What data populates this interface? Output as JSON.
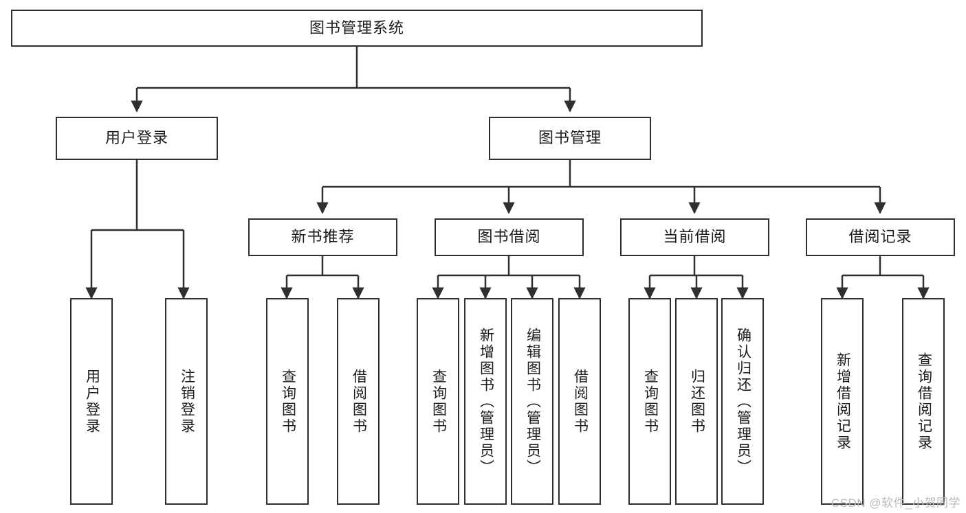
{
  "diagram": {
    "title": "图书管理系统",
    "type": "hierarchy-tree",
    "style": {
      "box_border_color": "#2f2f2f",
      "box_fill": "#ffffff",
      "edge_color": "#2f2f2f",
      "text_color": "#1b1b1b",
      "background": "#ffffff",
      "watermark_color": "#b9b9b9"
    },
    "watermark": "CSDN @软件_小贺同学",
    "levels": [
      {
        "level": 1,
        "nodes": [
          {
            "id": "root",
            "label": "图书管理系统",
            "orientation": "horizontal"
          }
        ]
      },
      {
        "level": 2,
        "nodes": [
          {
            "id": "login",
            "label": "用户登录",
            "orientation": "horizontal",
            "parent": "root"
          },
          {
            "id": "bookmgmt",
            "label": "图书管理",
            "orientation": "horizontal",
            "parent": "root"
          }
        ]
      },
      {
        "level": 3,
        "nodes": [
          {
            "id": "newbook",
            "label": "新书推荐",
            "orientation": "horizontal",
            "parent": "bookmgmt"
          },
          {
            "id": "borrow",
            "label": "图书借阅",
            "orientation": "horizontal",
            "parent": "bookmgmt"
          },
          {
            "id": "current",
            "label": "当前借阅",
            "orientation": "horizontal",
            "parent": "bookmgmt"
          },
          {
            "id": "records",
            "label": "借阅记录",
            "orientation": "horizontal",
            "parent": "bookmgmt"
          }
        ]
      },
      {
        "level": 4,
        "nodes": [
          {
            "id": "leaf1",
            "label": "用户登录",
            "orientation": "vertical",
            "parent": "login"
          },
          {
            "id": "leaf2",
            "label": "注销登录",
            "orientation": "vertical",
            "parent": "login"
          },
          {
            "id": "leaf3",
            "label": "查询图书",
            "orientation": "vertical",
            "parent": "newbook"
          },
          {
            "id": "leaf4",
            "label": "借阅图书",
            "orientation": "vertical",
            "parent": "newbook"
          },
          {
            "id": "leaf5",
            "label": "查询图书",
            "orientation": "vertical",
            "parent": "borrow"
          },
          {
            "id": "leaf6",
            "label": "新增图书（管理员）",
            "orientation": "vertical",
            "parent": "borrow"
          },
          {
            "id": "leaf7",
            "label": "编辑图书（管理员）",
            "orientation": "vertical",
            "parent": "borrow"
          },
          {
            "id": "leaf8",
            "label": "借阅图书",
            "orientation": "vertical",
            "parent": "borrow"
          },
          {
            "id": "leaf9",
            "label": "查询图书",
            "orientation": "vertical",
            "parent": "current"
          },
          {
            "id": "leaf10",
            "label": "归还图书",
            "orientation": "vertical",
            "parent": "current"
          },
          {
            "id": "leaf11",
            "label": "确认归还（管理员）",
            "orientation": "vertical",
            "parent": "current"
          },
          {
            "id": "leaf12",
            "label": "新增借阅记录",
            "orientation": "vertical",
            "parent": "records"
          },
          {
            "id": "leaf13",
            "label": "查询借阅记录",
            "orientation": "vertical",
            "parent": "records"
          }
        ]
      }
    ]
  }
}
